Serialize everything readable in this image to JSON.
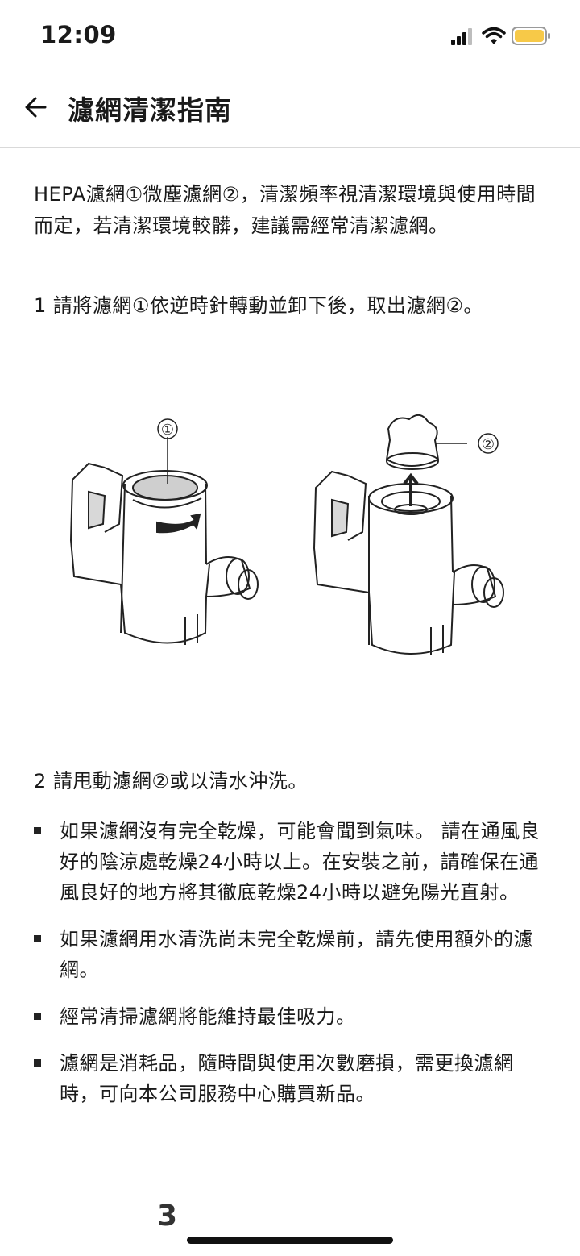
{
  "status_bar": {
    "time": "12:09",
    "battery_color": "#f7c948"
  },
  "header": {
    "title": "濾網清潔指南",
    "back_icon": "arrow-left-icon"
  },
  "content": {
    "intro": "HEPA濾網①微塵濾網②，清潔頻率視清潔環境與使用時間而定，若清潔環境較髒，建議需經常清潔濾網。",
    "step1": "1 請將濾網①依逆時針轉動並卸下後，取出濾網②。",
    "illustration": {
      "callout_1": "①",
      "callout_2": "②"
    },
    "step2": "2 請甩動濾網②或以清水沖洗。",
    "notes": [
      "如果濾網沒有完全乾燥，可能會聞到氣味。 請在通風良好的陰涼處乾燥24小時以上。在安裝之前，請確保在通風良好的地方將其徹底乾燥24小時以避免陽光直射。",
      "如果濾網用水清洗尚未完全乾燥前，請先使用額外的濾網。",
      "經常清掃濾網將能維持最佳吸力。",
      "濾網是消耗品，隨時間與使用次數磨損，需更換濾網時，可向本公司服務中心購買新品。"
    ],
    "partial_heading": "3"
  }
}
